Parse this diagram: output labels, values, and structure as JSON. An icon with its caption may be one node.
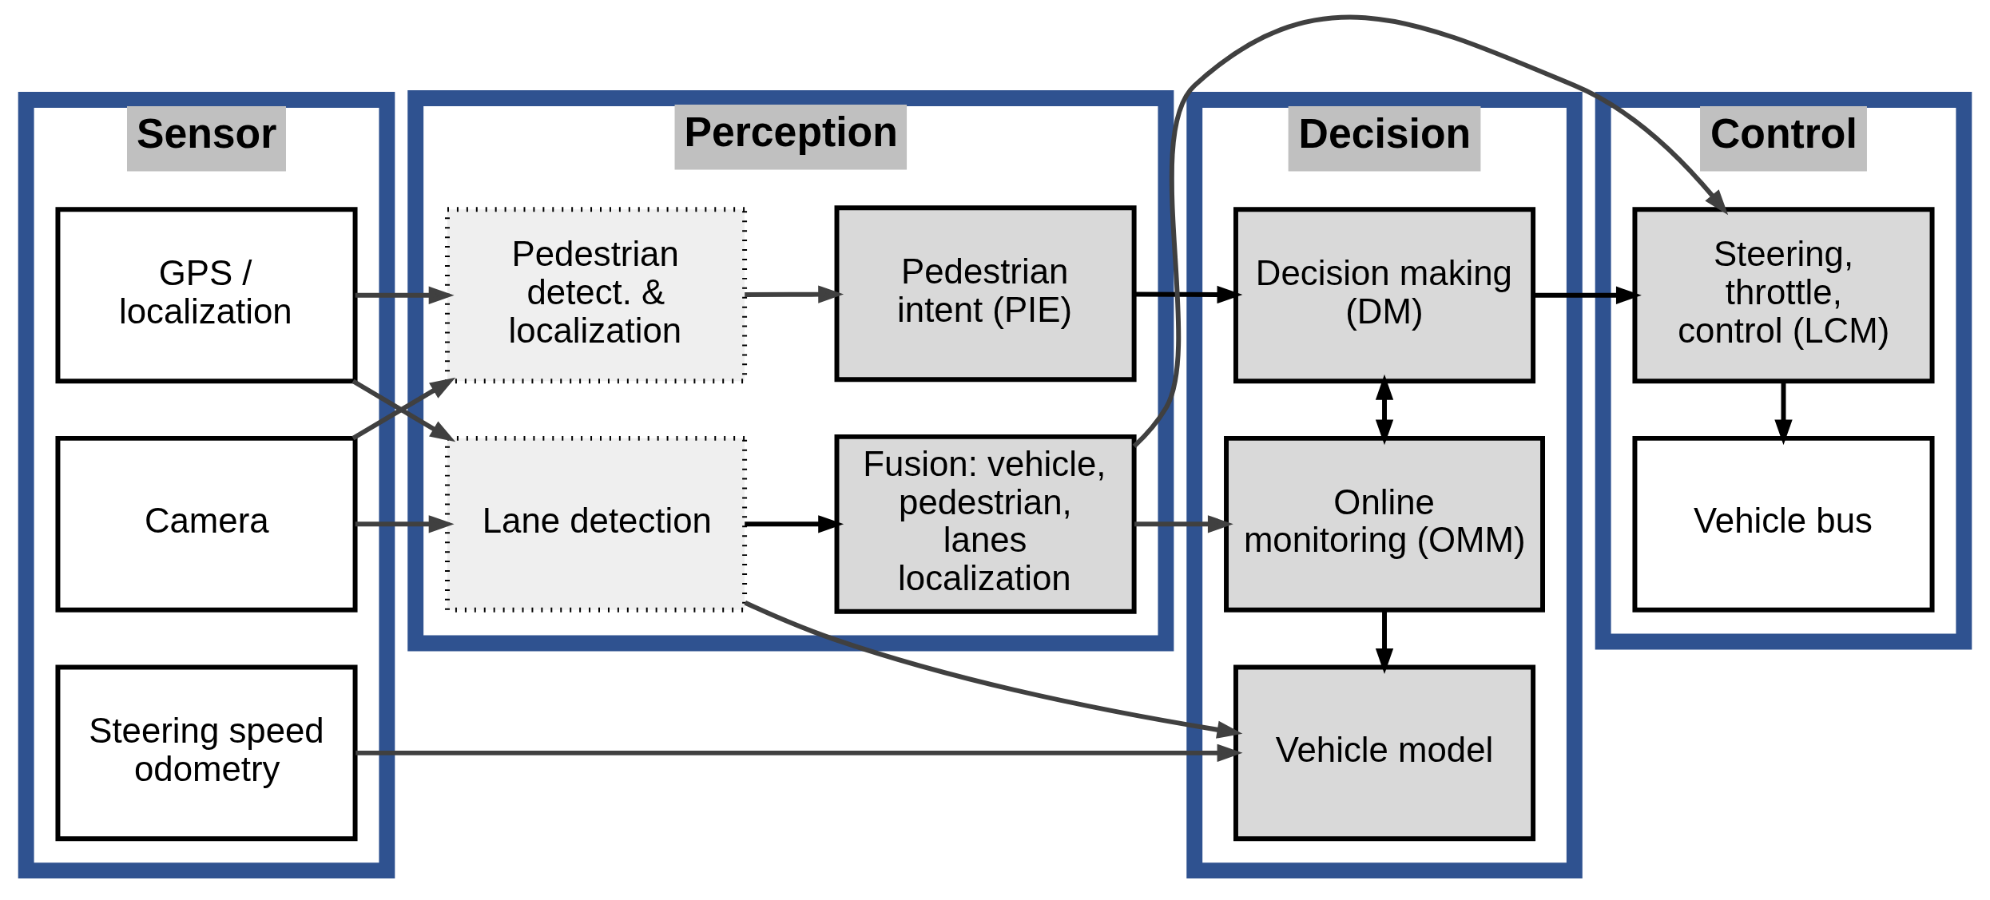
{
  "diagram": {
    "nodes": [
      {
        "text": [
          "Sensor"
        ]
      },
      {
        "text": [
          "GPS / localization"
        ],
        "in": 0
      },
      {
        "text": [
          "Camera"
        ],
        "in": 0
      },
      {
        "text": [
          "Steering speed odometry"
        ],
        "in": 0
      },
      {
        "text": [
          "Perception"
        ]
      },
      {
        "text": [
          "Pedestrian detect. & localization"
        ],
        "in": 4
      },
      {
        "text": [
          "Lane detection"
        ],
        "in": 4
      },
      {
        "text": [
          "Pedestrian intent (PIE)"
        ],
        "in": 4
      },
      {
        "text": [
          "Fusion: vehicle, pedestrian, lanes localization"
        ],
        "in": 4
      },
      {
        "text": [
          "Decision"
        ]
      },
      {
        "text": [
          "Decision making (DM)"
        ],
        "in": 9
      },
      {
        "text": [
          "Online monitoring (OMM)"
        ],
        "in": 9
      },
      {
        "text": [
          "Vehicle model"
        ],
        "in": 9
      },
      {
        "text": [
          "Control"
        ]
      },
      {
        "text": [
          "Steering, throttle, control (LCM)"
        ],
        "in": 13
      },
      {
        "text": [
          "Vehicle bus"
        ],
        "in": 13
      }
    ],
    "edges": [
      {
        "from": 1,
        "to": 5,
        "arrow": "to"
      },
      {
        "from": 1,
        "to": 6,
        "arrow": "to"
      },
      {
        "from": 2,
        "to": 5,
        "arrow": "to"
      },
      {
        "from": 2,
        "to": 6,
        "arrow": "to"
      },
      {
        "from": 5,
        "to": 7,
        "arrow": "to"
      },
      {
        "from": 6,
        "to": 8,
        "arrow": "to",
        "color": "#000000"
      },
      {
        "from": 6,
        "to": 12,
        "arrow": "to"
      },
      {
        "from": 3,
        "to": 12,
        "arrow": "to"
      },
      {
        "from": 7,
        "to": 10,
        "arrow": "to",
        "color": "#000000"
      },
      {
        "from": 8,
        "to": 11,
        "arrow": "to"
      },
      {
        "from": 8,
        "to": 14,
        "arrow": "to"
      },
      {
        "from": 10,
        "to": 14,
        "arrow": "to",
        "color": "#000000"
      },
      {
        "from": 10,
        "to": 11,
        "arrow": "both",
        "color": "#000000"
      },
      {
        "from": 11,
        "to": 12,
        "arrow": "to",
        "color": "#000000"
      },
      {
        "from": 14,
        "to": 15,
        "arrow": "to",
        "color": "#000000"
      }
    ]
  }
}
